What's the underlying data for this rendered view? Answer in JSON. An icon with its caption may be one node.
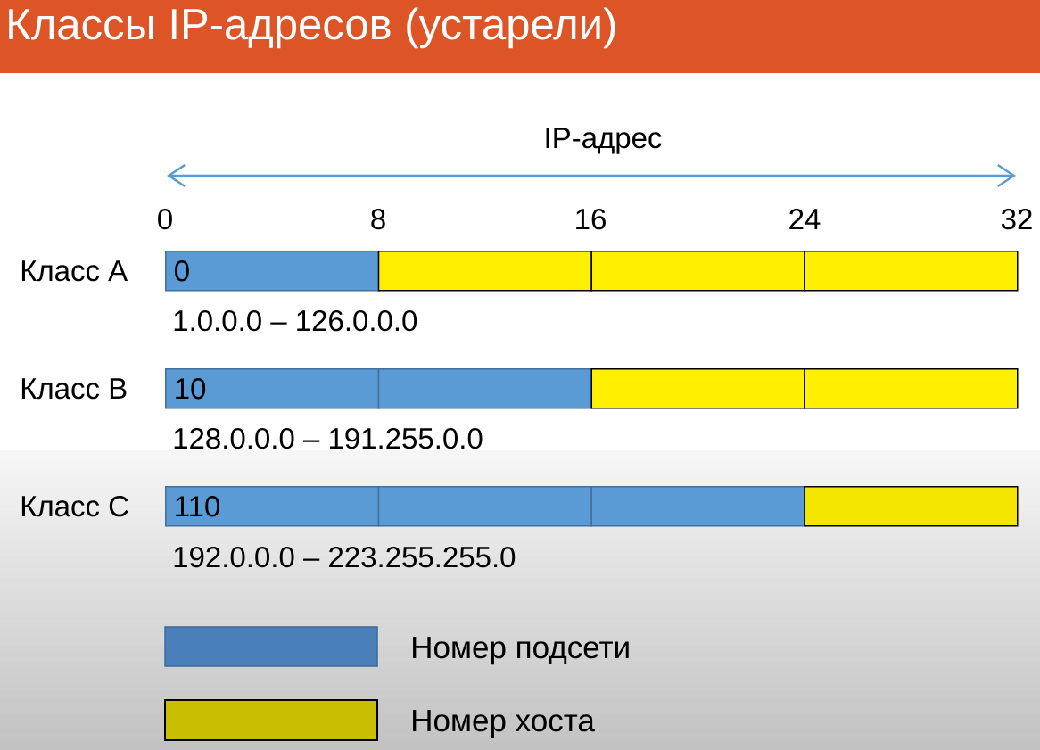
{
  "diagram": {
    "title": "Классы IP-адресов (устарели)",
    "nodes": [
      {
        "text": [
          "0"
        ]
      },
      {
        "text": [],
        "shape": "box"
      },
      {
        "text": [],
        "shape": "box"
      },
      {
        "text": [],
        "shape": "box"
      },
      {
        "text": [
          "10"
        ]
      },
      {
        "text": [],
        "shape": "box"
      },
      {
        "text": [],
        "shape": "box"
      },
      {
        "text": [],
        "shape": "box"
      },
      {
        "text": [
          "110"
        ]
      },
      {
        "text": [],
        "shape": "box"
      },
      {
        "text": [],
        "shape": "box"
      },
      {
        "text": [],
        "shape": "box"
      }
    ],
    "labels": [
      "IP-адрес",
      "0",
      "8",
      "16",
      "24",
      "32",
      "Класс A",
      "1.0.0.0 – 126.0.0.0",
      "Класс B",
      "128.0.0.0 – 191.255.0.0",
      "Класс C",
      "192.0.0.0 – 223.255.255.0"
    ],
    "legend": [
      {
        "text": "Номер подсети",
        "color": "#4a7fba"
      },
      {
        "text": "Номер хоста",
        "color": "#c9bf00"
      }
    ]
  }
}
